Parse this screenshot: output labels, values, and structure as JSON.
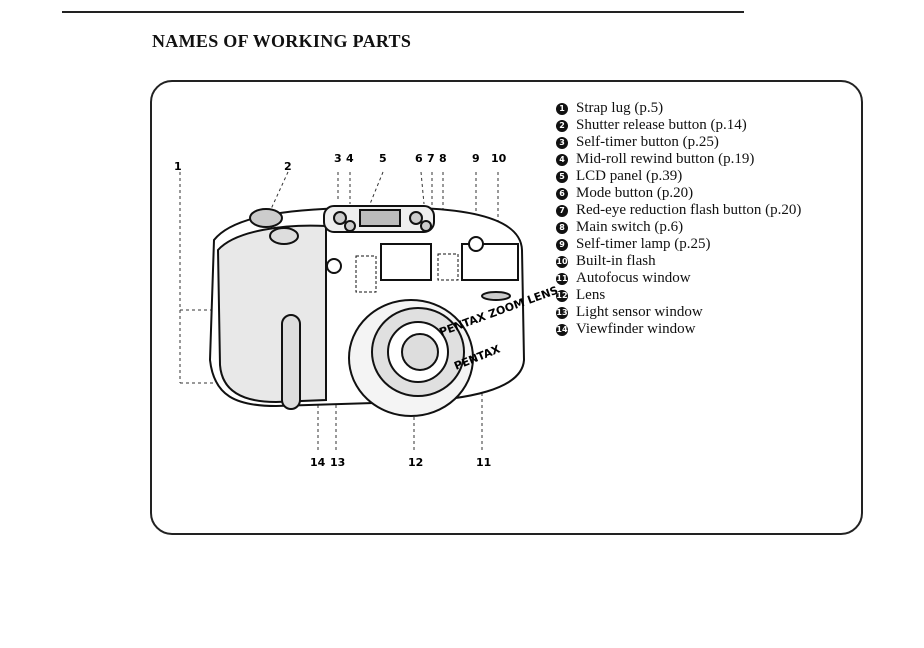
{
  "title": "NAMES OF WORKING PARTS",
  "parts": [
    {
      "num": "1",
      "label": "Strap lug (p.5)"
    },
    {
      "num": "2",
      "label": "Shutter release button (p.14)"
    },
    {
      "num": "3",
      "label": "Self-timer button (p.25)"
    },
    {
      "num": "4",
      "label": "Mid-roll rewind button (p.19)"
    },
    {
      "num": "5",
      "label": "LCD panel (p.39)"
    },
    {
      "num": "6",
      "label": "Mode button (p.20)"
    },
    {
      "num": "7",
      "label": "Red-eye reduction flash button (p.20)"
    },
    {
      "num": "8",
      "label": "Main switch (p.6)"
    },
    {
      "num": "9",
      "label": "Self-timer lamp (p.25)"
    },
    {
      "num": "10",
      "label": "Built-in flash"
    },
    {
      "num": "11",
      "label": "Autofocus window"
    },
    {
      "num": "12",
      "label": "Lens"
    },
    {
      "num": "13",
      "label": "Light sensor window"
    },
    {
      "num": "14",
      "label": "Viewfinder window"
    }
  ],
  "diagram": {
    "brand": "PENTAX",
    "lens_text": "PENTAX ZOOM LENS",
    "callouts_top": [
      "1",
      "2",
      "3",
      "4",
      "5",
      "6",
      "7",
      "8",
      "9",
      "10"
    ],
    "callouts_bottom": [
      "14",
      "13",
      "12",
      "11"
    ]
  }
}
